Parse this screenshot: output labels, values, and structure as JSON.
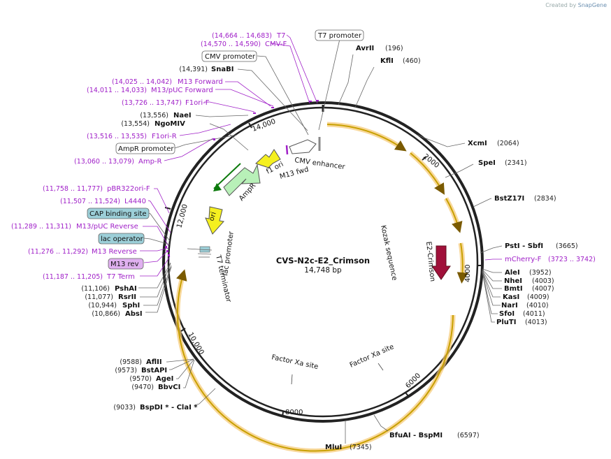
{
  "watermark": {
    "prefix": "Created by",
    "brand": "SnapGene"
  },
  "plasmid": {
    "name": "CVS-N2c-E2_Crimson",
    "length": "14,748 bp"
  },
  "ticks": [
    "2000",
    "4000",
    "6000",
    "8000",
    "10,000",
    "12,000",
    "14,000"
  ],
  "sites_right": [
    {
      "name": "AvrII",
      "pos": "(196)"
    },
    {
      "name": "KflI",
      "pos": "(460)"
    },
    {
      "name": "XcmI",
      "pos": "(2064)"
    },
    {
      "name": "SpeI",
      "pos": "(2341)"
    },
    {
      "name": "BstZ17I",
      "pos": "(2834)"
    },
    {
      "name": "PstI  - SbfI",
      "pos": "(3665)"
    },
    {
      "name": "AleI",
      "pos": "(3952)"
    },
    {
      "name": "NheI",
      "pos": "(4003)"
    },
    {
      "name": "BmtI",
      "pos": "(4007)"
    },
    {
      "name": "KasI",
      "pos": "(4009)"
    },
    {
      "name": "NarI",
      "pos": "(4010)"
    },
    {
      "name": "SfoI",
      "pos": "(4011)"
    },
    {
      "name": "PluTI",
      "pos": "(4013)"
    },
    {
      "name": "BfuAI  - BspMI",
      "pos": "(6597)"
    },
    {
      "name": "MluI",
      "pos": "(7345)"
    }
  ],
  "sites_left": [
    {
      "name": "SnaBI",
      "pos": "(14,391)"
    },
    {
      "name": "NaeI",
      "pos": "(13,556)"
    },
    {
      "name": "NgoMIV",
      "pos": "(13,554)"
    },
    {
      "name": "PshAI",
      "pos": "(11,106)"
    },
    {
      "name": "RsrII",
      "pos": "(11,077)"
    },
    {
      "name": "SphI",
      "pos": "(10,944)"
    },
    {
      "name": "AbsI",
      "pos": "(10,866)"
    },
    {
      "name": "AflII",
      "pos": "(9588)"
    },
    {
      "name": "BstAPI",
      "pos": "(9573)"
    },
    {
      "name": "AgeI",
      "pos": "(9570)"
    },
    {
      "name": "BbvCI",
      "pos": "(9470)"
    },
    {
      "name": "BspDI *  - ClaI *",
      "pos": "(9033)"
    }
  ],
  "primers_left": [
    {
      "name": "T7",
      "pos": "(14,664 .. 14,683)"
    },
    {
      "name": "CMV-F",
      "pos": "(14,570 .. 14,590)"
    },
    {
      "name": "M13 Forward",
      "pos": "(14,025 .. 14,042)"
    },
    {
      "name": "M13/pUC Forward",
      "pos": "(14,011 .. 14,033)"
    },
    {
      "name": "F1ori-F",
      "pos": "(13,726 .. 13,747)"
    },
    {
      "name": "F1ori-R",
      "pos": "(13,516 .. 13,535)"
    },
    {
      "name": "Amp-R",
      "pos": "(13,060 .. 13,079)"
    },
    {
      "name": "pBR322ori-F",
      "pos": "(11,758 .. 11,777)"
    },
    {
      "name": "L4440",
      "pos": "(11,507 .. 11,524)"
    },
    {
      "name": "M13/pUC Reverse",
      "pos": "(11,289 .. 11,311)"
    },
    {
      "name": "M13 Reverse",
      "pos": "(11,276 .. 11,292)"
    },
    {
      "name": "T7 Term",
      "pos": "(11,187 .. 11,205)"
    }
  ],
  "primer_right": {
    "name": "mCherry-F",
    "pos": "(3723 .. 3742)"
  },
  "boxed": {
    "t7_promoter": "T7 promoter",
    "cmv_promoter": "CMV promoter",
    "ampr_promoter": "AmpR promoter",
    "cap_binding": "CAP binding site",
    "lac_operator": "lac operator",
    "m13_rev": "M13 rev"
  },
  "features": {
    "cmv_enhancer": "CMV enhancer",
    "f1_ori": "f1 ori",
    "m13_fwd": "M13 fwd",
    "ampr": "AmpR",
    "ori": "ori",
    "lac_promoter": "lac promoter",
    "t7_terminator": "T7 terminator",
    "kozak": "Kozak sequence",
    "e2_crimson": "E2-Crimson",
    "factor_xa_1": "Factor Xa site",
    "factor_xa_2": "Factor Xa site"
  },
  "colors": {
    "backbone": "#222222",
    "orf": "#c8a000",
    "orf_glow": "#f5c870",
    "primer": "#a020c8",
    "ori_feature": "#f5f020",
    "ampr_feature": "#b8f0b8",
    "e2_crimson": "#a0103a",
    "cap_box": "#9ccfd8",
    "m13rev_box": "#e0b0f0"
  }
}
